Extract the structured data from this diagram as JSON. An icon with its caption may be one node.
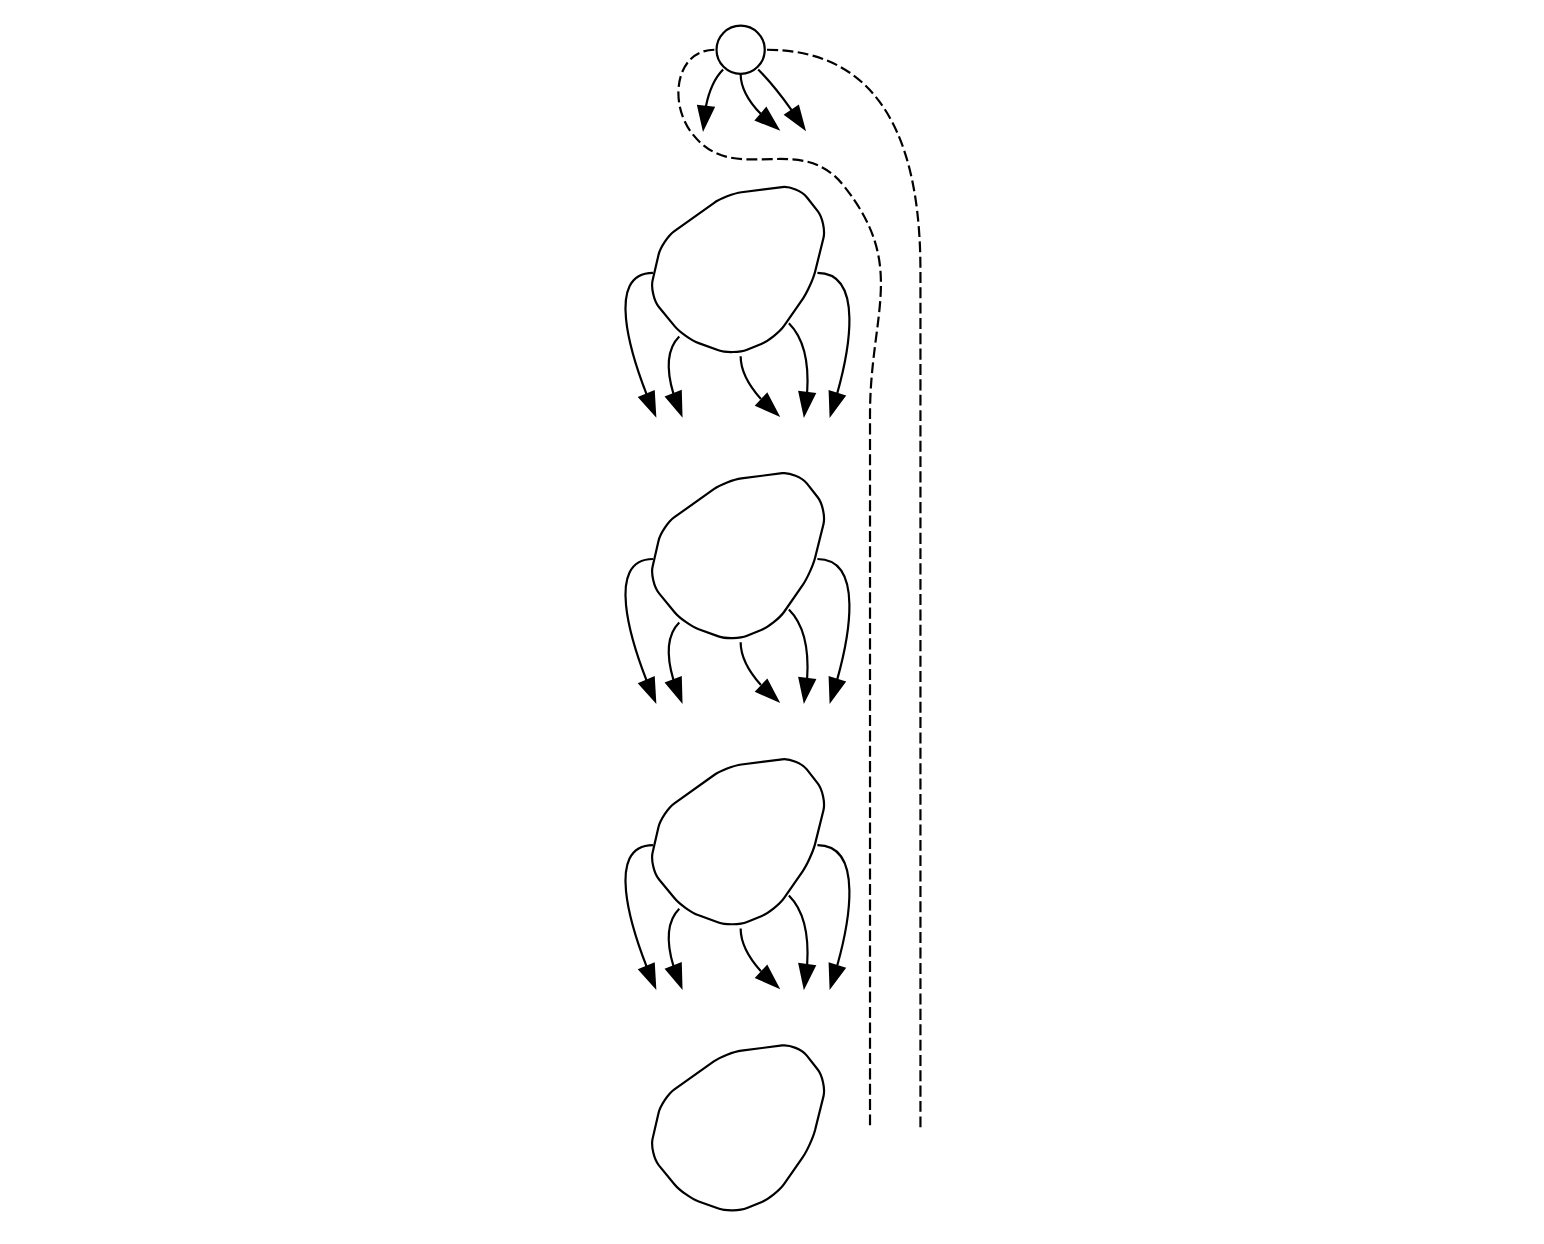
{
  "diagram": {
    "nodes": [
      {
        "text": [],
        "shape": "circle"
      },
      {
        "text": [],
        "shape": "blob"
      },
      {
        "text": [],
        "shape": "blob"
      },
      {
        "text": [],
        "shape": "blob"
      },
      {
        "text": [],
        "shape": "blob"
      }
    ],
    "edges": [
      {
        "from": 0,
        "to": null,
        "arrow": "none",
        "style": "dashed"
      },
      {
        "from": 0,
        "to": null,
        "arrow": "none",
        "style": "dashed"
      },
      {
        "from": 0,
        "to": null,
        "arrow": "to"
      },
      {
        "from": 0,
        "to": null,
        "arrow": "to"
      },
      {
        "from": 0,
        "to": null,
        "arrow": "to"
      },
      {
        "from": 1,
        "to": null,
        "arrow": "to"
      },
      {
        "from": 1,
        "to": null,
        "arrow": "to"
      },
      {
        "from": 1,
        "to": null,
        "arrow": "to"
      },
      {
        "from": 1,
        "to": null,
        "arrow": "to"
      },
      {
        "from": 1,
        "to": null,
        "arrow": "to"
      },
      {
        "from": 2,
        "to": null,
        "arrow": "to"
      },
      {
        "from": 2,
        "to": null,
        "arrow": "to"
      },
      {
        "from": 2,
        "to": null,
        "arrow": "to"
      },
      {
        "from": 2,
        "to": null,
        "arrow": "to"
      },
      {
        "from": 2,
        "to": null,
        "arrow": "to"
      },
      {
        "from": 3,
        "to": null,
        "arrow": "to"
      },
      {
        "from": 3,
        "to": null,
        "arrow": "to"
      },
      {
        "from": 3,
        "to": null,
        "arrow": "to"
      },
      {
        "from": 3,
        "to": null,
        "arrow": "to"
      },
      {
        "from": 3,
        "to": null,
        "arrow": "to"
      }
    ]
  }
}
